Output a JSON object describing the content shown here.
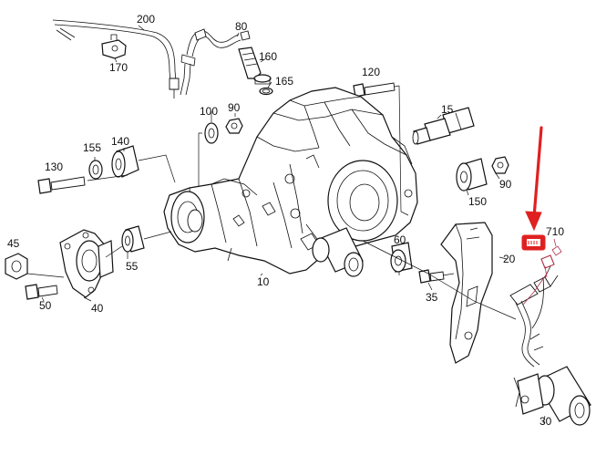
{
  "diagram": {
    "part_numbers": {
      "p200": "200",
      "p80": "80",
      "p160": "160",
      "p170": "170",
      "p165": "165",
      "p120": "120",
      "p100": "100",
      "p90a": "90",
      "p15": "15",
      "p155": "155",
      "p140": "140",
      "p130": "130",
      "p90b": "90",
      "p150": "150",
      "p710": "710",
      "p45": "45",
      "p55": "55",
      "p60": "60",
      "p20": "20",
      "p50": "50",
      "p40": "40",
      "p10": "10",
      "p35": "35",
      "p30": "30"
    },
    "colors": {
      "line": "#111111",
      "highlight": "#e02020",
      "sensor_line": "#b0304a"
    },
    "icons": {
      "pointer": "red-arrow-down",
      "highlight": "red-rounded-box"
    }
  }
}
